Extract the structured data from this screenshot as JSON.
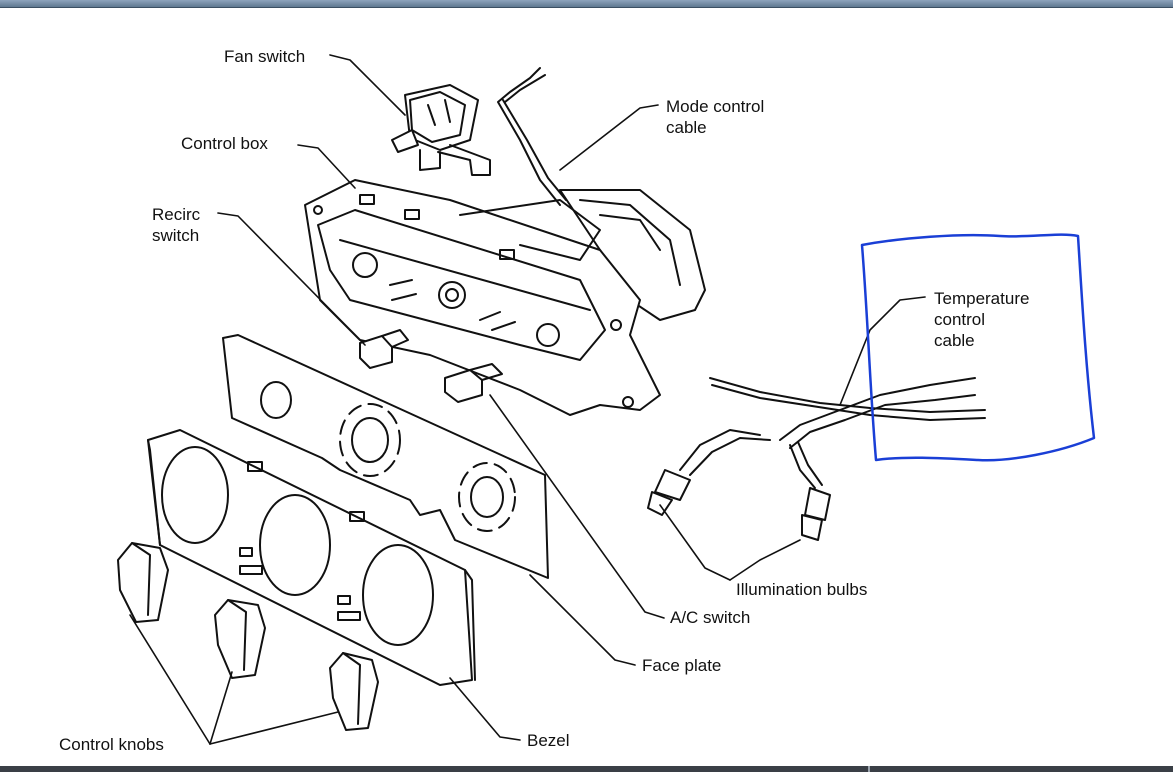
{
  "labels": {
    "fan_switch": "Fan switch",
    "mode_control_cable": [
      "Mode control",
      "cable"
    ],
    "control_box": "Control box",
    "recirc_switch": [
      "Recirc",
      "switch"
    ],
    "temperature_control_cable": [
      "Temperature",
      "control",
      "cable"
    ],
    "illumination_bulbs": "Illumination bulbs",
    "ac_switch": "A/C switch",
    "face_plate": "Face plate",
    "control_knobs": "Control knobs",
    "bezel": "Bezel"
  },
  "colors": {
    "line_art": "#111111",
    "annotation": "#1a3fd6",
    "window_bar": "#6f87a0"
  }
}
